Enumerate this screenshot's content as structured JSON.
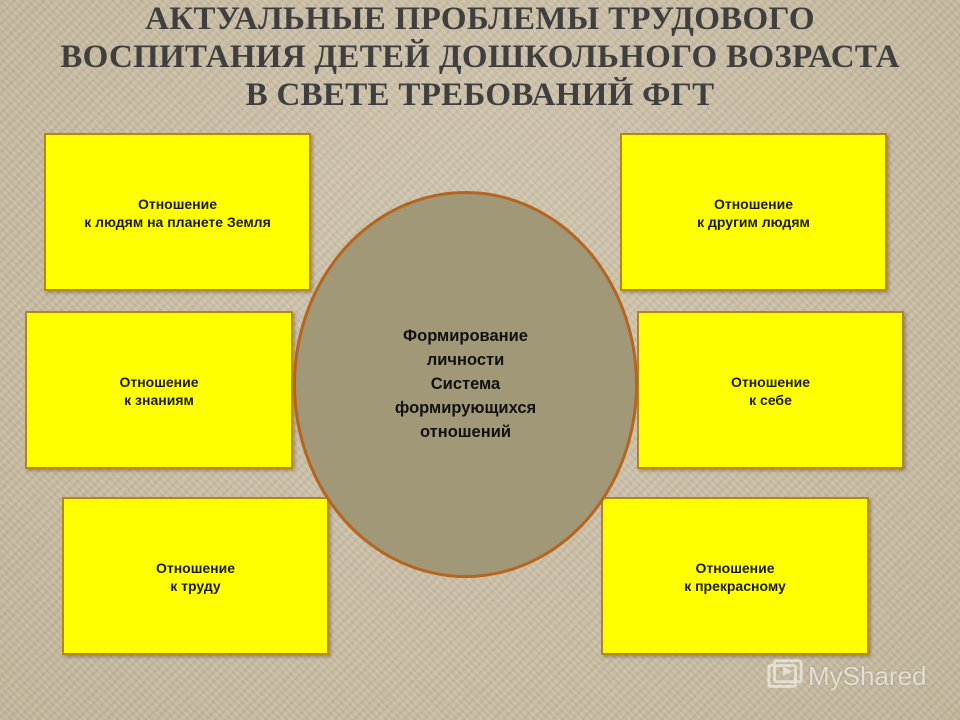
{
  "title": {
    "line1": "АКТУАЛЬНЫЕ ПРОБЛЕМЫ ТРУДОВОГО",
    "line2": "ВОСПИТАНИЯ ДЕТЕЙ ДОШКОЛЬНОГО ВОЗРАСТА",
    "line3": "В СВЕТЕ ТРЕБОВАНИЙ ФГТ"
  },
  "center": {
    "lines": [
      "Формирование",
      "личности",
      "Система",
      "формирующихся",
      "отношений"
    ]
  },
  "boxes": [
    {
      "line1": "Отношение",
      "line2": "к людям на планете Земля"
    },
    {
      "line1": "Отношение",
      "line2": "к другим людям"
    },
    {
      "line1": "Отношение",
      "line2": "к знаниям"
    },
    {
      "line1": "Отношение",
      "line2": "к себе"
    },
    {
      "line1": "Отношение",
      "line2": "к труду"
    },
    {
      "line1": "Отношение",
      "line2": "к прекрасному"
    }
  ],
  "watermark": {
    "text": "MyShared",
    "icon": "myshared-logo-icon"
  },
  "colors": {
    "box_fill": "#ffff00",
    "box_border": "#b8860b",
    "ellipse_fill": "#a09876",
    "ellipse_border": "#b5651d",
    "title_color": "#3f3f3f"
  }
}
